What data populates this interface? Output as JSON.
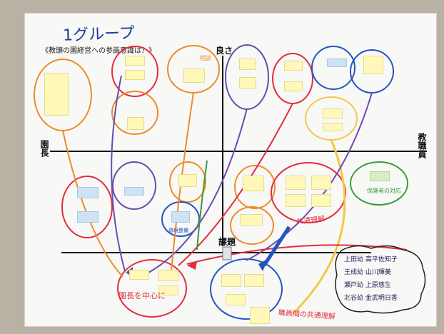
{
  "title": "1グループ",
  "subtitle": "《教頭の園経営への参画意識は？》",
  "axes": {
    "good": "良さ",
    "principal": "園長",
    "staff": "教職員",
    "issues": "課題"
  },
  "handwritten": {
    "kyoyuu": "共通理解",
    "encho_chushin": "園長を中心に",
    "shokuin_kyotsu": "職員間の共通理解",
    "hogosha_taio": "保護者の対応",
    "kankyo_seibi": "環境整備",
    "soudan": "相談"
  },
  "members": [
    "上田幼 高平佐知子",
    "王成幼 山川輝美",
    "瀬戸幼 上原悠生",
    "北谷幼 金武明日香"
  ],
  "colors": {
    "orange": "#f08b2a",
    "red": "#e02e3f",
    "blue": "#2255c0",
    "purple": "#6a4cb0",
    "yellow": "#f2c84b",
    "green": "#3a9a3a",
    "pink": "#e64a8a"
  }
}
